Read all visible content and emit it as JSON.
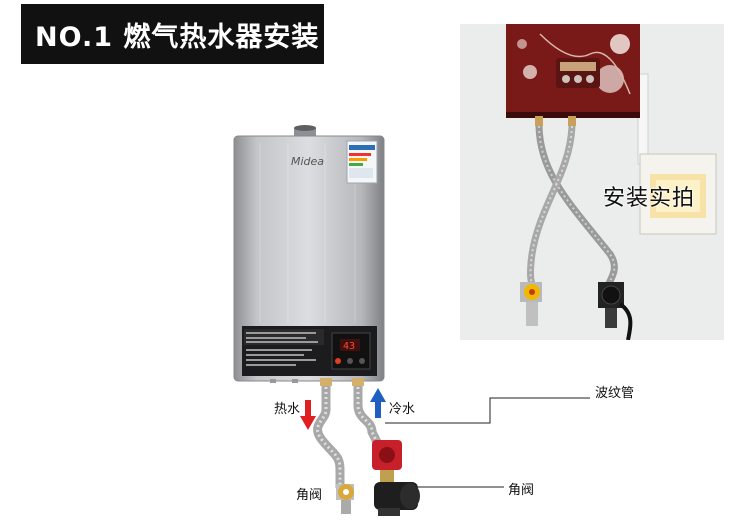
{
  "header": {
    "title": "NO.1 燃气热水器安装"
  },
  "photo": {
    "caption": "安装实拍"
  },
  "heater": {
    "brand": "Midea",
    "display_digits": "43"
  },
  "labels": {
    "hot_water": "热水",
    "cold_water": "冷水",
    "corrugated_pipe": "波纹管",
    "angle_valve_left": "角阀",
    "angle_valve_right": "角阀"
  },
  "colors": {
    "hot_arrow": "#e02020",
    "cold_arrow": "#1f5fbf",
    "banner": "#111111"
  }
}
